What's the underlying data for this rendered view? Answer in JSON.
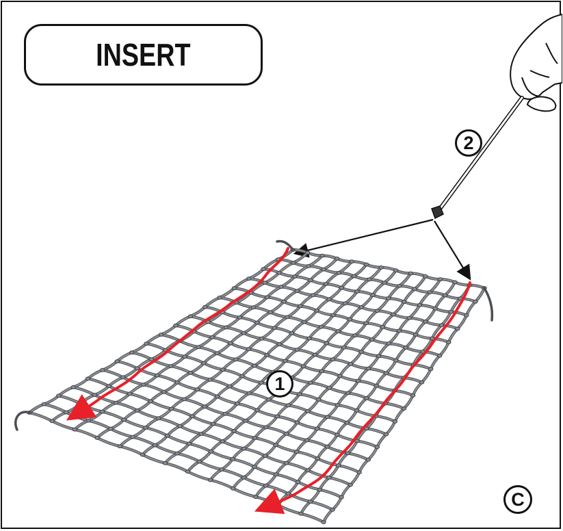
{
  "title": "INSERT",
  "steps": [
    {
      "label": "1"
    },
    {
      "label": "2"
    }
  ],
  "panel_label": "C",
  "colors": {
    "net": "#8a8d91",
    "threading_path": "#e8202a",
    "outline": "#111111"
  },
  "icons": [
    "hand-icon",
    "threading-rod-icon",
    "cargo-net-icon",
    "arrow-icon"
  ]
}
